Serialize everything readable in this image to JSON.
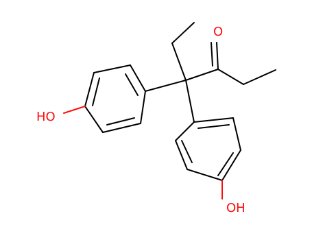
{
  "molecule": {
    "atoms": {
      "ketone_oxygen": "O",
      "left_hydroxyl": "HO",
      "bottom_hydroxyl": "OH"
    },
    "colors": {
      "bond": "#000000",
      "oxygen": "#ff0d0d"
    }
  }
}
